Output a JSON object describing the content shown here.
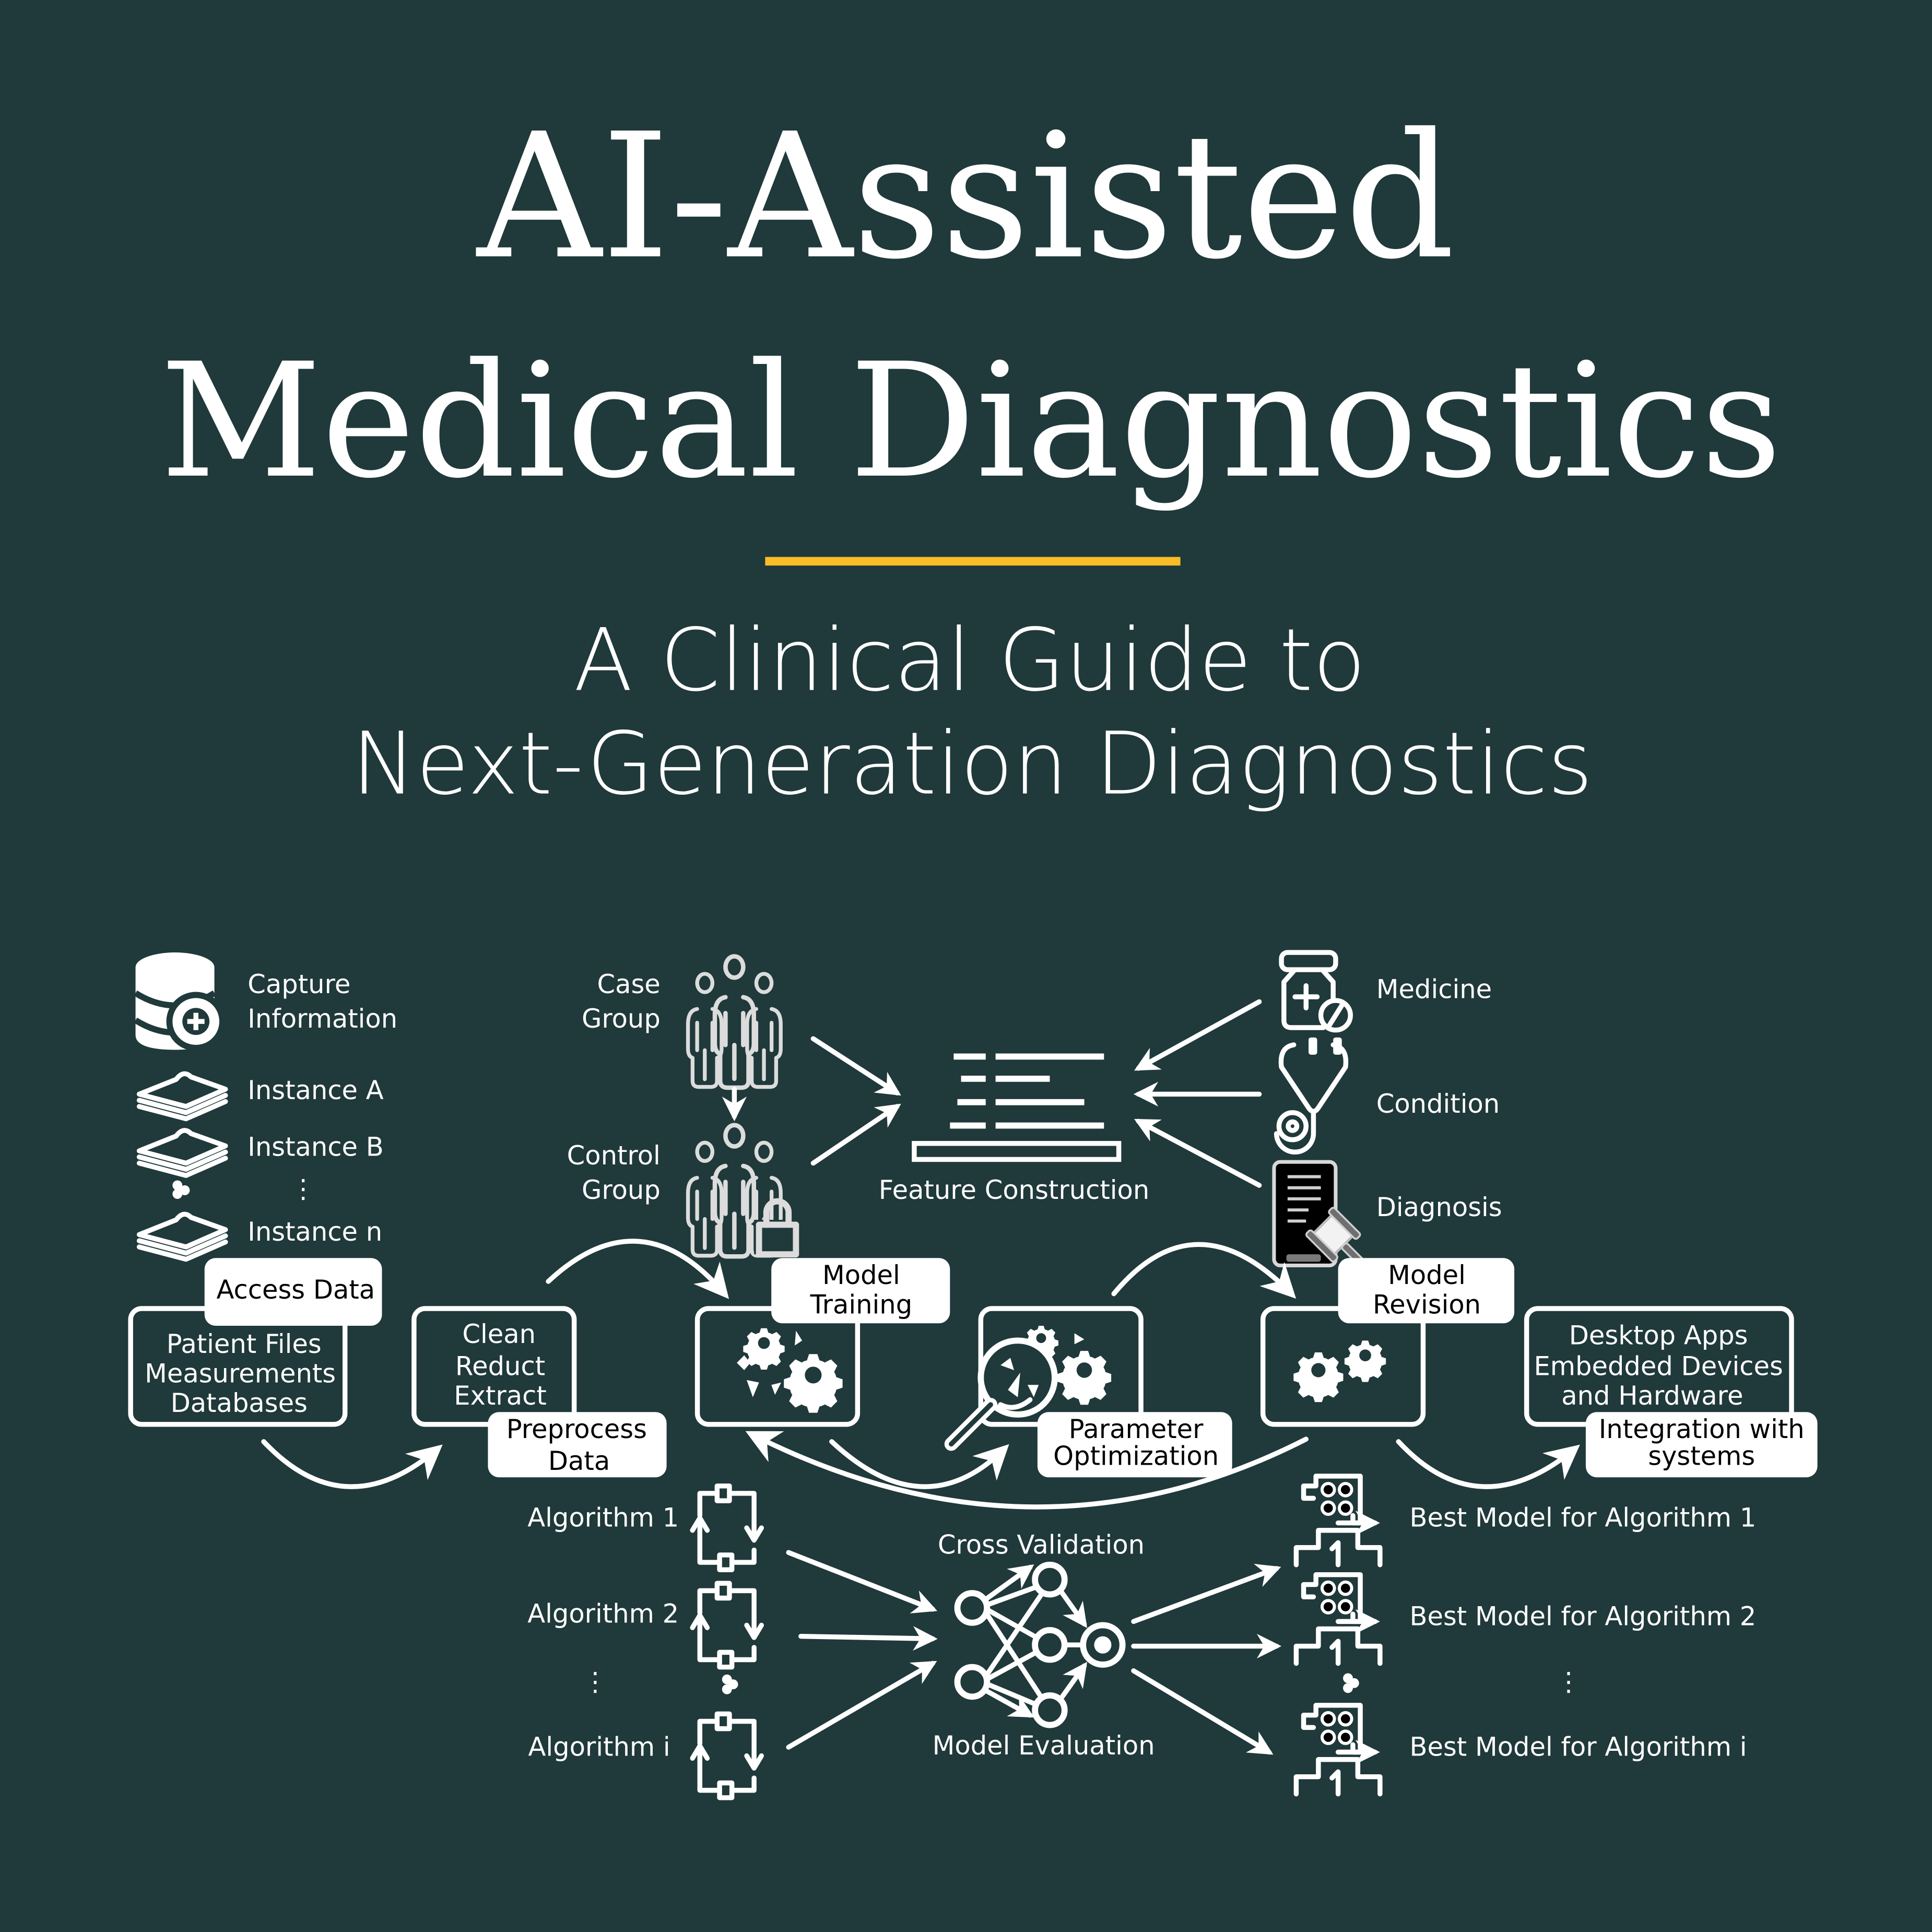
{
  "colors": {
    "background": "#20393A",
    "accent": "#F9BE25",
    "foreground": "#FFFFFF",
    "tag_text": "#000000"
  },
  "cover": {
    "title_line1": "AI-Assisted",
    "title_line2": "Medical Diagnostics",
    "subtitle_line1": "A Clinical Guide to",
    "subtitle_line2": "Next-Generation Diagnostics"
  },
  "data_sources": {
    "capture": {
      "line1": "Capture",
      "line2": "Information",
      "icon": "database-add-icon"
    },
    "instances": [
      {
        "label": "Instance A",
        "icon": "paper-stack-icon"
      },
      {
        "label": "Instance B",
        "icon": "paper-stack-icon"
      },
      {
        "label": "Instance n",
        "icon": "paper-stack-icon"
      }
    ],
    "ellipsis": "⋮"
  },
  "groups": {
    "case": {
      "line1": "Case",
      "line2": "Group",
      "icon": "people-group-icon"
    },
    "control": {
      "line1": "Control",
      "line2": "Group",
      "icon": "people-group-lock-icon"
    }
  },
  "feature_construction": {
    "label": "Feature Construction",
    "icon": "feature-list-icon"
  },
  "inputs": [
    {
      "label": "Medicine",
      "icon": "medicine-bottle-icon"
    },
    {
      "label": "Condition",
      "icon": "stethoscope-icon"
    },
    {
      "label": "Diagnosis",
      "icon": "clipboard-gavel-icon"
    }
  ],
  "pipeline": {
    "stages": [
      {
        "tag": [
          "Access Data"
        ],
        "body": [
          "Patient Files",
          "Measurements",
          "Databases"
        ]
      },
      {
        "tag": [
          "Preprocess",
          "Data"
        ],
        "body": [
          "Clean",
          "Reduct",
          "Extract"
        ]
      },
      {
        "tag": [
          "Model",
          "Training"
        ],
        "body": [],
        "icon": "gears-training-icon"
      },
      {
        "tag": [
          "Parameter",
          "Optimization"
        ],
        "body": [],
        "icon": "magnifier-gears-icon"
      },
      {
        "tag": [
          "Model",
          "Revision"
        ],
        "body": [],
        "icon": "gears-icon"
      },
      {
        "tag": [
          "Integration with",
          "systems"
        ],
        "body": [
          "Desktop Apps",
          "Embedded Devices",
          "and Hardware"
        ]
      }
    ]
  },
  "evaluation": {
    "algorithms": [
      "Algorithm 1",
      "Algorithm 2",
      "Algorithm i"
    ],
    "top_label": "Cross Validation",
    "bottom_label": "Model Evaluation",
    "best_models": [
      "Best Model for Algorithm 1",
      "Best Model for Algorithm 2",
      "Best Model for Algorithm i"
    ],
    "ellipsis": "⋮"
  }
}
